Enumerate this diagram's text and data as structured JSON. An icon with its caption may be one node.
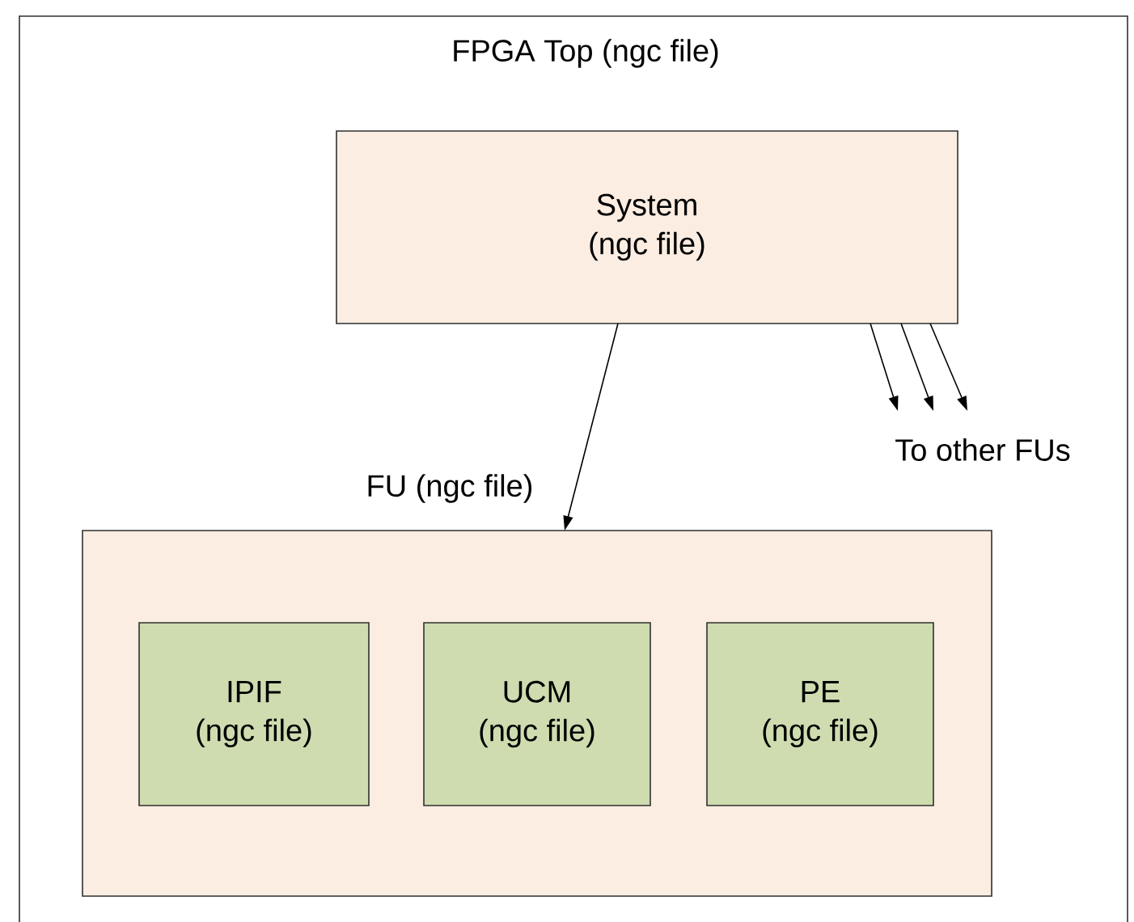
{
  "diagram": {
    "nodes": [
      {
        "text": [
          "FPGA Top (ngc file)"
        ]
      },
      {
        "text": [
          "System",
          "(ngc file)"
        ],
        "in": 0
      },
      {
        "text": [
          "FU (ngc file)"
        ],
        "in": 0
      },
      {
        "text": [
          "IPIF",
          "(ngc file)"
        ],
        "in": 2
      },
      {
        "text": [
          "UCM",
          "(ngc file)"
        ],
        "in": 2
      },
      {
        "text": [
          "PE",
          "(ngc file)"
        ],
        "in": 2
      },
      {
        "text": [
          "To other FUs"
        ],
        "in": 0
      }
    ],
    "edges": [
      {
        "from": 1,
        "to": 2,
        "arrow": "to"
      },
      {
        "from": 1,
        "to": 6,
        "arrow": "to"
      },
      {
        "from": 1,
        "to": 6,
        "arrow": "to"
      },
      {
        "from": 1,
        "to": 6,
        "arrow": "to"
      }
    ]
  }
}
